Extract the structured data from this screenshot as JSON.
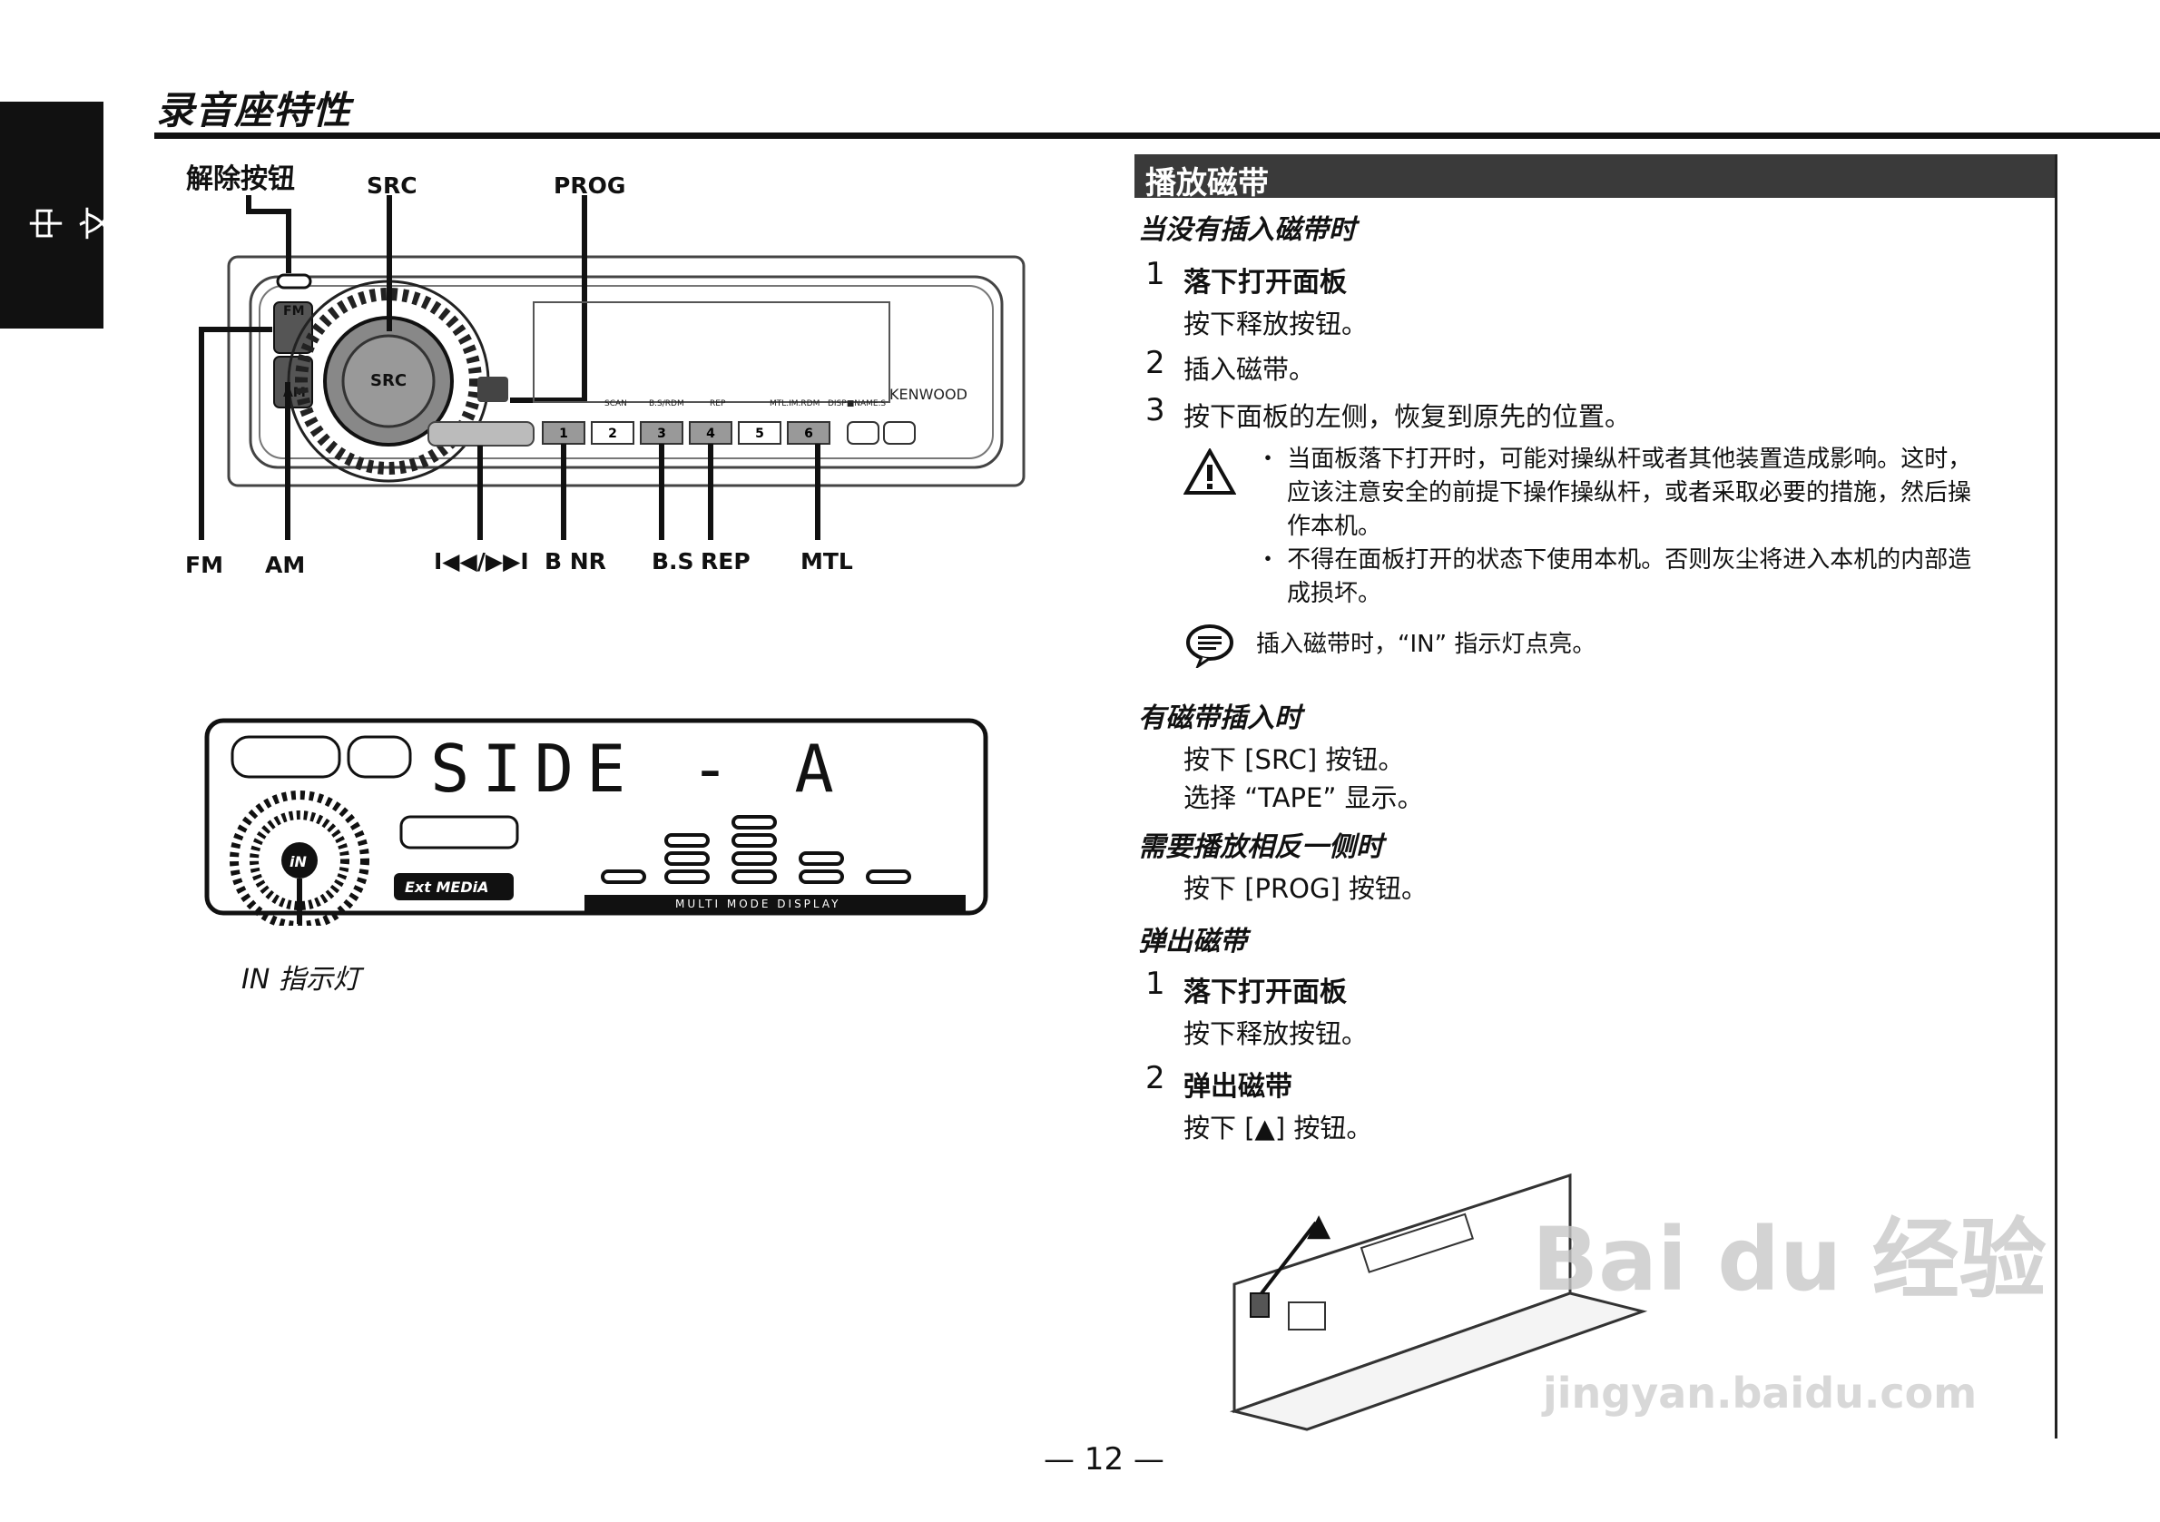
{
  "sidebar": {
    "lang": "中 文"
  },
  "header": {
    "title": "录音座特性"
  },
  "diagram": {
    "release_button": "解除按钮",
    "src": "SRC",
    "prog": "PROG",
    "fm": "FM",
    "am": "AM",
    "track_buttons": "I◀◀/▶▶I",
    "bnr": "B NR",
    "bs": "B.S",
    "rep": "REP",
    "mtl": "MTL",
    "unit_brand": "KENWOOD",
    "unit_src": "SRC",
    "unit_keys": [
      "1",
      "2",
      "3",
      "4",
      "5",
      "6"
    ],
    "unit_fm": "FM",
    "unit_am": "AM",
    "top_labels": [
      "SCAN",
      "B.S/RDM",
      "REP",
      "MTL.IM.RDM",
      "DISP■NAME.S"
    ]
  },
  "display": {
    "text": "SIDE - A",
    "in_label": "iN",
    "ext_media": "Ext MEDiA",
    "multi_mode": "MULTI MODE DISPLAY",
    "caption": "IN 指示灯"
  },
  "section": {
    "title": "播放磁带",
    "no_tape": {
      "heading": "当没有插入磁带时",
      "steps": [
        {
          "num": "1",
          "title": "落下打开面板",
          "desc": "按下释放按钮。"
        },
        {
          "num": "2",
          "title": "插入磁带。",
          "desc": ""
        },
        {
          "num": "3",
          "title": "按下面板的左侧，恢复到原先的位置。",
          "desc": ""
        }
      ],
      "warnings": [
        "・ 当面板落下打开时，可能对操纵杆或者其他装置造成影响。这时，",
        "应该注意安全的前提下操作操纵杆，或者采取必要的措施，然后操",
        "作本机。",
        "・ 不得在面板打开的状态下使用本机。否则灰尘将进入本机的内部造",
        "成损坏。"
      ],
      "tip": "插入磁带时，“IN” 指示灯点亮。"
    },
    "tape_in": {
      "heading": "有磁带插入时",
      "lines": [
        "按下 [SRC] 按钮。",
        "选择 “TAPE” 显示。"
      ]
    },
    "reverse": {
      "heading": "需要播放相反一侧时",
      "lines": [
        "按下 [PROG] 按钮。"
      ]
    },
    "eject": {
      "heading": "弹出磁带",
      "steps": [
        {
          "num": "1",
          "title": "落下打开面板",
          "desc": "按下释放按钮。"
        },
        {
          "num": "2",
          "title": "弹出磁带",
          "desc": "按下 [▲] 按钮。"
        }
      ]
    }
  },
  "eject_symbol": "▲",
  "page_number": "— 12 —",
  "watermark": {
    "main": "Bai du 经验",
    "sub": "jingyan.baidu.com"
  }
}
